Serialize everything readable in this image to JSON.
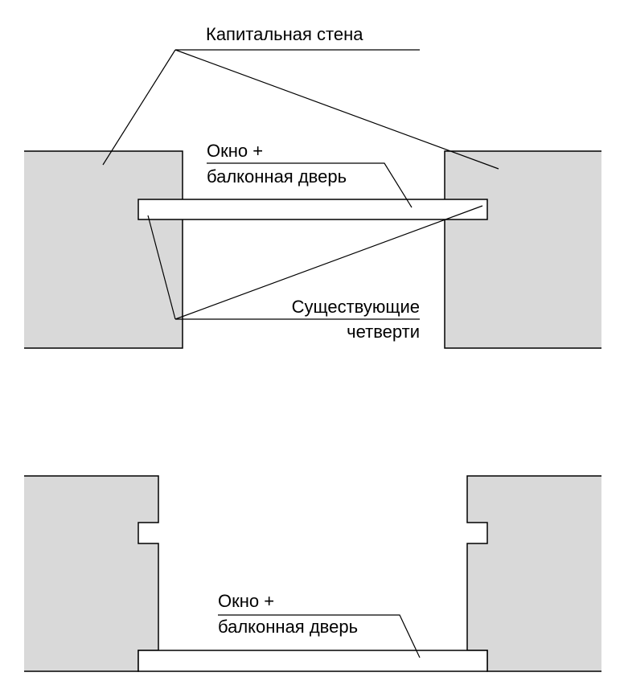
{
  "top_view": {
    "label_wall": "Капитальная стена",
    "label_window_line1": "Окно +",
    "label_window_line2": "балконная дверь",
    "label_quarters_line1": "Существующие",
    "label_quarters_line2": "четверти"
  },
  "bottom_view": {
    "label_window_line1": "Окно +",
    "label_window_line2": "балконная дверь"
  },
  "colors": {
    "wall": "#d9d9d9",
    "line": "#000000"
  }
}
